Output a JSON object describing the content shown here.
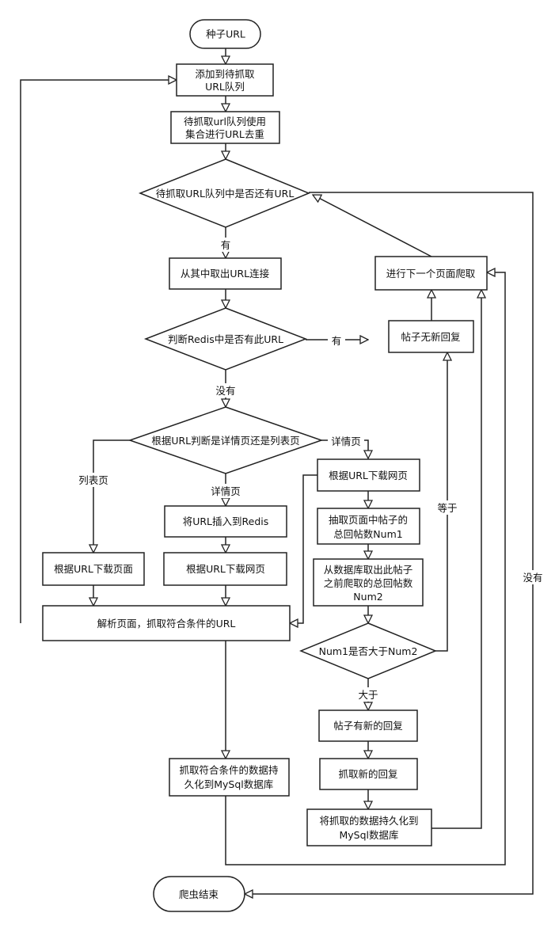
{
  "nodes": {
    "seed_url": "种子URL",
    "add_queue_1": "添加到待抓取",
    "add_queue_2": "URL队列",
    "dedupe_1": "待抓取url队列使用",
    "dedupe_2": "集合进行URL去重",
    "queue_has_url": "待抓取URL队列中是否还有URL",
    "take_url": "从其中取出URL连接",
    "redis_has_url": "判断Redis中是否有此URL",
    "page_type": "根据URL判断是详情页还是列表页",
    "insert_redis": "将URL插入到Redis",
    "download_list": "根据URL下载页面",
    "download_detail": "根据URL下载网页",
    "parse_page": "解析页面，抓取符合条件的URL",
    "persist_1": "抓取符合条件的数据持",
    "persist_2": "久化到MySql数据库",
    "crawler_end": "爬虫结束",
    "next_page": "进行下一个页面爬取",
    "no_new_reply": "帖子无新回复",
    "download_page": "根据URL下载网页",
    "extract_1": "抽取页面中帖子的",
    "extract_2": "总回帖数Num1",
    "fetch_db_1": "从数据库取出此帖子",
    "fetch_db_2": "之前爬取的总回帖数",
    "fetch_db_3": "Num2",
    "num_compare": "Num1是否大于Num2",
    "has_new_reply": "帖子有新的回复",
    "fetch_new_reply": "抓取新的回复",
    "persist_reply_1": "将抓取的数据持久化到",
    "persist_reply_2": "MySql数据库"
  },
  "edge_labels": {
    "yes": "有",
    "redis_yes": "有",
    "redis_no": "没有",
    "list_page": "列表页",
    "detail_page": "详情页",
    "detail_page_right": "详情页",
    "equal": "等于",
    "greater": "大于",
    "queue_no": "没有"
  }
}
